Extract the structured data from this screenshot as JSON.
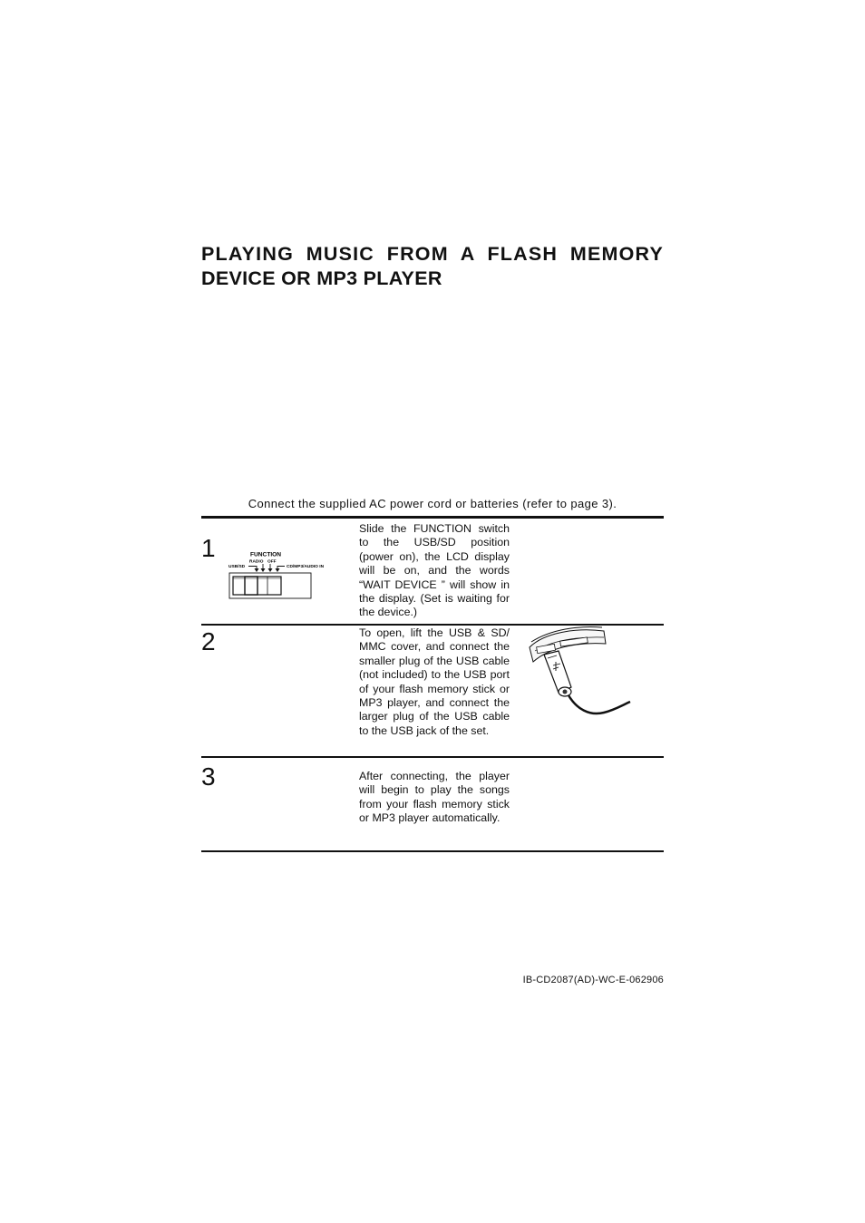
{
  "page_title": {
    "line1": "PLAYING MUSIC FROM A FLASH MEMORY",
    "line2": "DEVICE OR MP3 PLAYER"
  },
  "intro_text": "Connect the supplied AC power cord or batteries (refer to page 3).",
  "steps": [
    {
      "number": "1",
      "text": "Slide the FUNCTION switch to the USB/SD position (power on), the LCD display will be on, and the words “WAIT DEVICE ” will show in the display. (Set is waiting for the device.)"
    },
    {
      "number": "2",
      "text": "To open, lift the USB & SD/ MMC cover, and connect the smaller plug of the USB cable (not included) to the USB port of your flash memory stick or MP3 player, and connect the larger plug of the USB cable to the USB jack of the set."
    },
    {
      "number": "3",
      "text": "After connecting, the player will begin to play the songs from your flash memory stick or MP3 player automatically."
    }
  ],
  "function_switch": {
    "title": "FUNCTION",
    "label_radio": "RADIO",
    "label_off": "OFF",
    "label_usb": "USB/SD",
    "label_cd": "CD/MP3/AUDIO IN"
  },
  "footer_code": "IB-CD2087(AD)-WC-E-062906"
}
